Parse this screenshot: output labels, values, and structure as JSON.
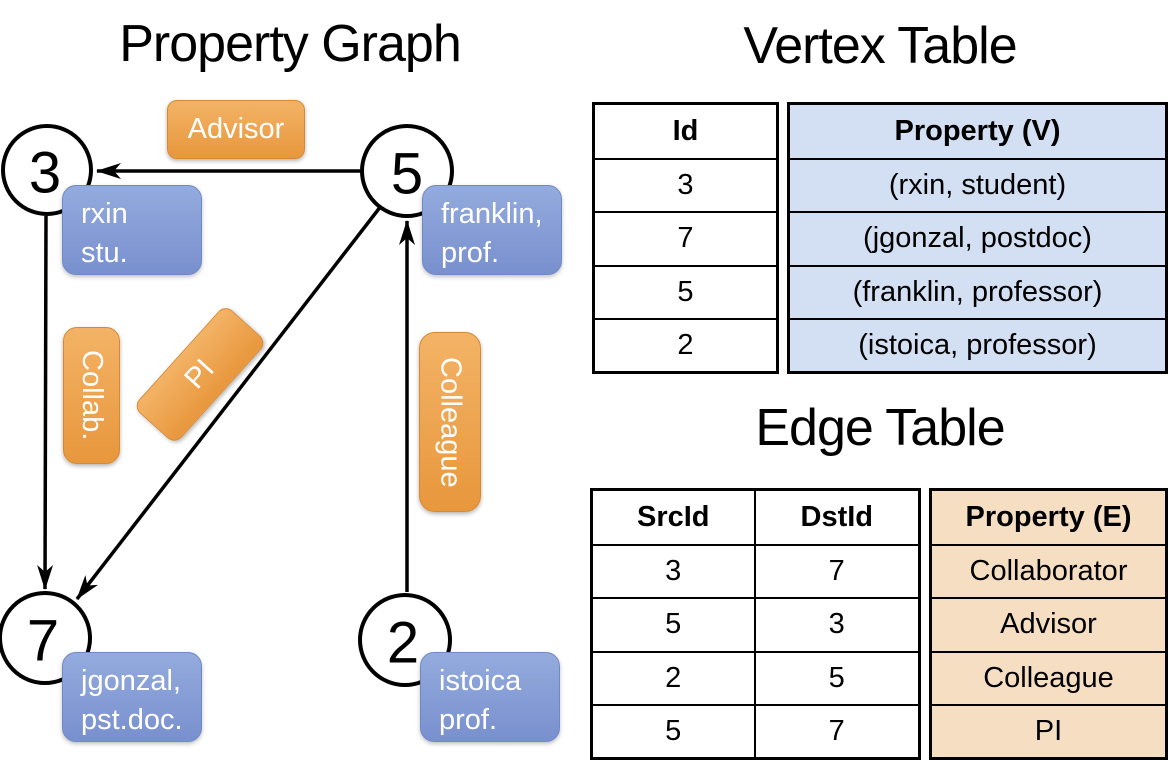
{
  "titles": {
    "property_graph": "Property Graph",
    "vertex_table": "Vertex Table",
    "edge_table": "Edge Table"
  },
  "graph": {
    "nodes": [
      {
        "id": "3",
        "property_lines": [
          "rxin",
          "stu."
        ]
      },
      {
        "id": "5",
        "property_lines": [
          "franklin,",
          "prof."
        ]
      },
      {
        "id": "7",
        "property_lines": [
          "jgonzal,",
          "pst.doc."
        ]
      },
      {
        "id": "2",
        "property_lines": [
          "istoica",
          "prof."
        ]
      }
    ],
    "edges": [
      {
        "src": "5",
        "dst": "3",
        "label": "Advisor"
      },
      {
        "src": "3",
        "dst": "7",
        "label": "Collab."
      },
      {
        "src": "5",
        "dst": "7",
        "label": "PI"
      },
      {
        "src": "2",
        "dst": "5",
        "label": "Colleague"
      }
    ]
  },
  "vertex_table": {
    "headers": {
      "id": "Id",
      "property": "Property (V)"
    },
    "rows": [
      {
        "id": "3",
        "property": "(rxin, student)"
      },
      {
        "id": "7",
        "property": "(jgonzal, postdoc)"
      },
      {
        "id": "5",
        "property": "(franklin, professor)"
      },
      {
        "id": "2",
        "property": "(istoica, professor)"
      }
    ]
  },
  "edge_table": {
    "headers": {
      "src": "SrcId",
      "dst": "DstId",
      "property": "Property (E)"
    },
    "rows": [
      {
        "src": "3",
        "dst": "7",
        "property": "Collaborator"
      },
      {
        "src": "5",
        "dst": "3",
        "property": "Advisor"
      },
      {
        "src": "2",
        "dst": "5",
        "property": "Colleague"
      },
      {
        "src": "5",
        "dst": "7",
        "property": "PI"
      }
    ]
  },
  "colors": {
    "edge_label_gradient_top": "#f3b366",
    "edge_label_gradient_bottom": "#e8973c",
    "vertex_label_gradient_top": "#93abdd",
    "vertex_label_gradient_bottom": "#7990cf",
    "vertex_property_column_bg": "#d3dff2",
    "edge_property_column_bg": "#f6dec3",
    "graph_line": "#000000"
  }
}
